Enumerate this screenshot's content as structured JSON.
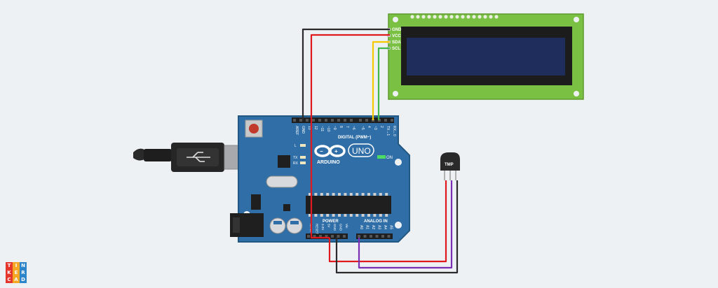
{
  "lcd": {
    "pins": [
      "GND",
      "VCC",
      "SDA",
      "SCL"
    ]
  },
  "arduino": {
    "brand": "ARDUINO",
    "model": "UNO",
    "on_label": "ON",
    "digital_header": "DIGITAL (PWM~)",
    "power_header": "POWER",
    "analog_header": "ANALOG IN",
    "top_pins": [
      "AREF",
      "GND",
      "13",
      "12",
      "~11",
      "~10",
      "~9",
      "8",
      "7",
      "~6",
      "~5",
      "4",
      "~3",
      "2",
      "TX→1",
      "RX←0"
    ],
    "bottom_power_pins": [
      "IOREF",
      "RESET",
      "3.3V",
      "5V",
      "GND",
      "GND",
      "Vin"
    ],
    "bottom_analog_pins": [
      "A0",
      "A1",
      "A2",
      "A3",
      "A4",
      "A5"
    ],
    "leds": [
      "L",
      "TX",
      "RX"
    ]
  },
  "sensor": {
    "label": "TMP"
  },
  "logo": {
    "letters": [
      "T",
      "I",
      "N",
      "K",
      "E",
      "R",
      "C",
      "A",
      "D"
    ],
    "colors": [
      "#e5362c",
      "#f5a623",
      "#2c85c9",
      "#e5362c",
      "#f5a623",
      "#2c85c9",
      "#e5362c",
      "#f5a623",
      "#2c85c9"
    ]
  },
  "wire_colors": {
    "gnd": "#2b2b2b",
    "vcc": "#e0191f",
    "sda": "#f5c900",
    "scl": "#45b649",
    "analog": "#7a2fb5"
  }
}
